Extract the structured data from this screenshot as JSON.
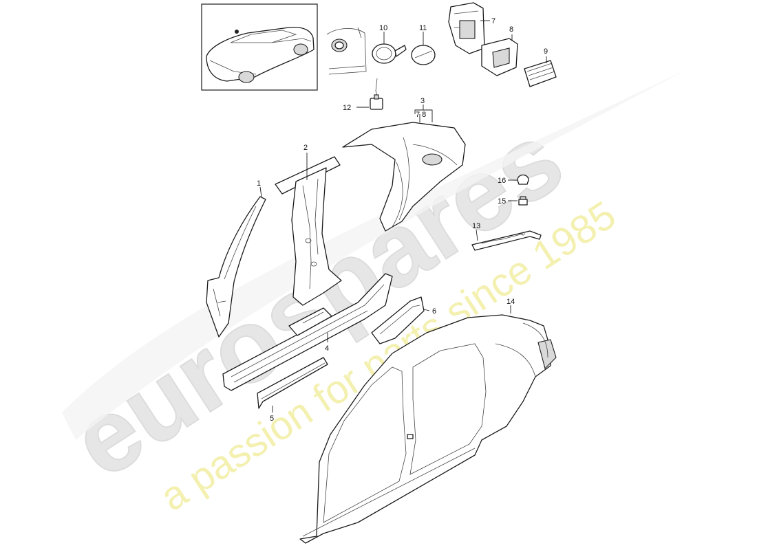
{
  "watermark": {
    "brand": "eurospares",
    "tagline": "a passion for parts since 1985",
    "brand_color": "#e6e6e6",
    "tagline_color": "#f3f0b0"
  },
  "callouts": {
    "p1": "1",
    "p2": "2",
    "p3": "3",
    "p3_sub": "7 8",
    "p4": "4",
    "p5": "5",
    "p6": "6",
    "p7": "7",
    "p8": "8",
    "p9": "9",
    "p10": "10",
    "p11": "11",
    "p12": "12",
    "p13": "13",
    "p14": "14",
    "p15": "15",
    "p16": "16"
  }
}
